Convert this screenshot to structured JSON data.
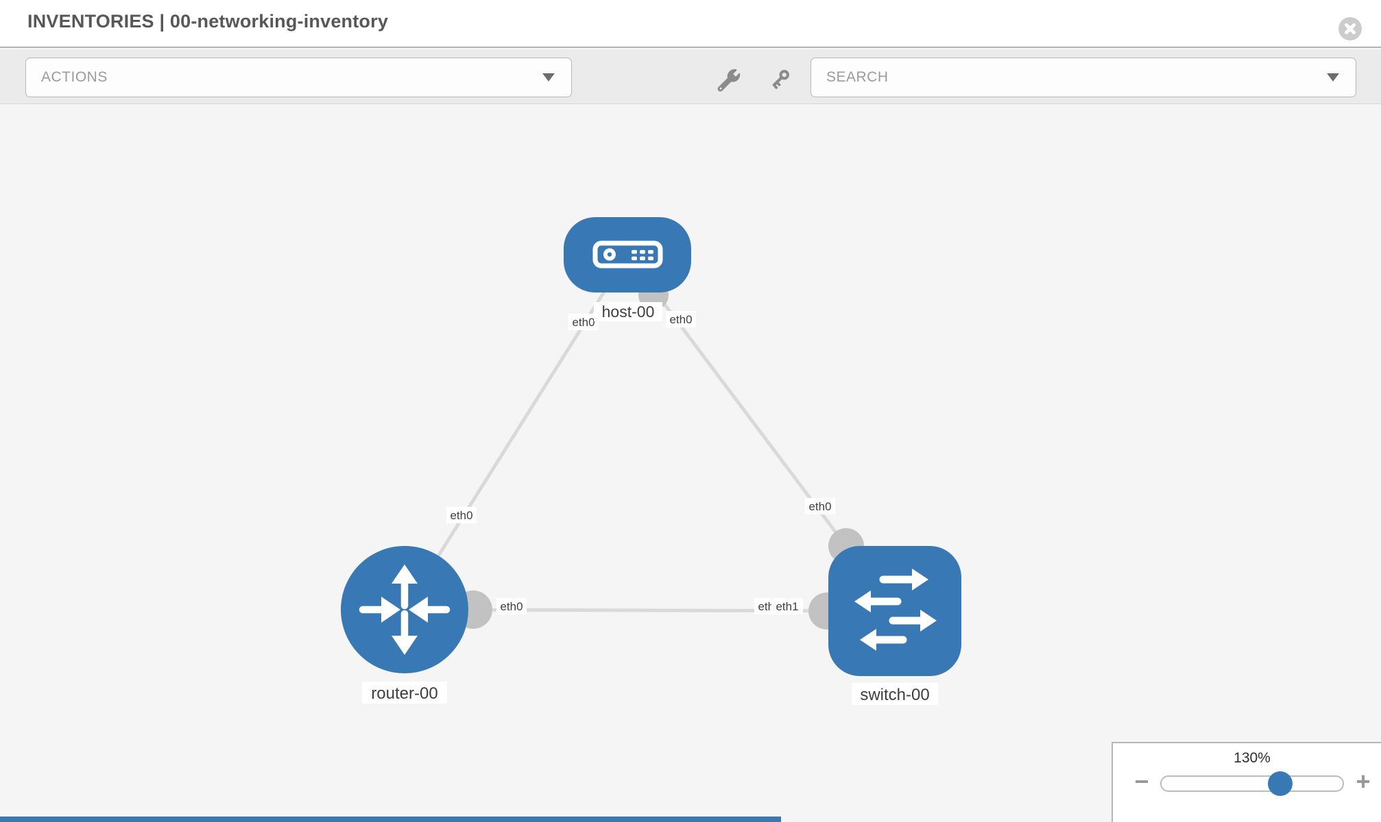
{
  "header": {
    "title": "INVENTORIES | 00-networking-inventory"
  },
  "toolbar": {
    "actions_label": "ACTIONS",
    "search_placeholder": "SEARCH",
    "icons": [
      "wrench-icon",
      "key-icon"
    ]
  },
  "topology": {
    "nodes": [
      {
        "id": "host-00",
        "type": "host",
        "label": "host-00"
      },
      {
        "id": "router-00",
        "type": "router",
        "label": "router-00"
      },
      {
        "id": "switch-00",
        "type": "switch",
        "label": "switch-00"
      }
    ],
    "links": [
      {
        "source": "host-00",
        "target": "router-00",
        "source_interface": "eth0",
        "target_interface": "eth0"
      },
      {
        "source": "host-00",
        "target": "switch-00",
        "source_interface": "eth0",
        "target_interface": "eth0"
      },
      {
        "source": "router-00",
        "target": "switch-00",
        "source_interface": "eth0",
        "target_interface": "eth1"
      }
    ],
    "interface_labels": [
      "eth0",
      "eth0",
      "eth0",
      "eth0",
      "eth0",
      "eth0",
      "eth1"
    ]
  },
  "zoom_control": {
    "level": "130%",
    "minus_label": "−",
    "plus_label": "+"
  },
  "colors": {
    "node_blue": "#3879b5",
    "link_gray": "#d9d9d9",
    "port_gray": "#c2c2c2",
    "label_text": "#3e3e3e"
  }
}
